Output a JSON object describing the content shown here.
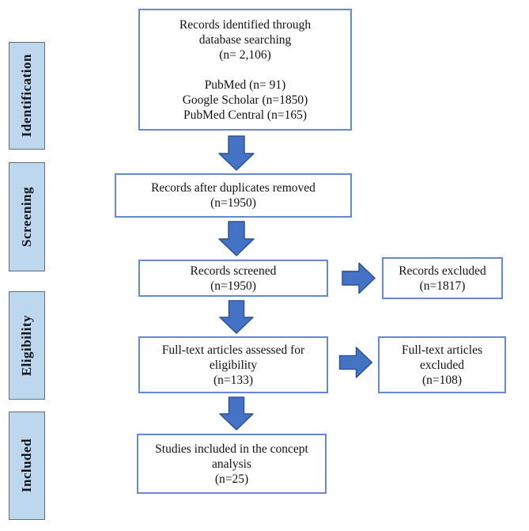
{
  "stages": [
    {
      "label": "Identification"
    },
    {
      "label": "Screening"
    },
    {
      "label": "Eligibility"
    },
    {
      "label": "Included"
    }
  ],
  "flow": {
    "identified": {
      "lines": [
        "Records identified through",
        "database searching",
        "(n= 2,106)",
        "",
        "PubMed (n= 91)",
        "Google Scholar (n=1850)",
        "PubMed Central (n=165)"
      ]
    },
    "duplicates_removed": {
      "lines": [
        "Records after duplicates removed",
        "(n=1950)"
      ]
    },
    "screened": {
      "lines": [
        "Records screened",
        "(n=1950)"
      ]
    },
    "records_excluded": {
      "lines": [
        "Records excluded",
        "(n=1817)"
      ]
    },
    "fulltext_assessed": {
      "lines": [
        "Full-text articles assessed for",
        "eligibility",
        "(n=133)"
      ]
    },
    "fulltext_excluded": {
      "lines": [
        "Full-text articles",
        "excluded",
        "(n=108)"
      ]
    },
    "included_studies": {
      "lines": [
        "Studies included in the concept",
        "analysis",
        "(n=25)"
      ]
    }
  },
  "colors": {
    "background": "#FFFFFF",
    "text": "#111111",
    "arrow_fill": "#4472C4",
    "arrow_outline": "#2F528F",
    "flow_box_border": "#6688D4",
    "stage_fill": "#BDD7EE",
    "stage_border": "#6B6B6B"
  }
}
